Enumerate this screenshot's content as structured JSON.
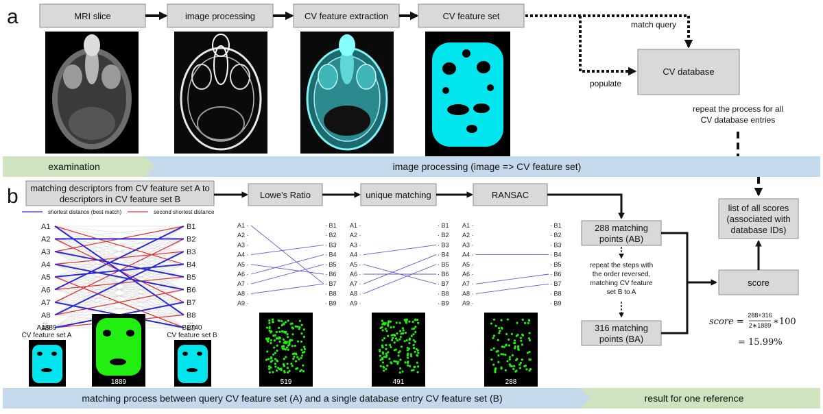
{
  "panel_a": {
    "letter": "a",
    "steps": [
      "MRI slice",
      "image processing",
      "CV feature extraction",
      "CV feature set"
    ],
    "database": "CV database",
    "match_query": "match query",
    "populate": "populate",
    "repeat_note": [
      "repeat the process for all",
      "CV database entries"
    ],
    "band_left": "examination",
    "band_right": "image processing (image => CV feature set)"
  },
  "panel_b": {
    "letter": "b",
    "matching_box": [
      "matching descriptors from CV feature set A to",
      "descriptors in CV feature set B"
    ],
    "legend_best": "shortest distance (best match)",
    "legend_second": "second shortest distance",
    "steps": [
      "Lowe's Ratio",
      "unique matching",
      "RANSAC"
    ],
    "left_labels": [
      "A1",
      "A2",
      "A3",
      "A4",
      "A5",
      "A6",
      "A7",
      "A8",
      "A9"
    ],
    "right_labels": [
      "B1",
      "B2",
      "B3",
      "B4",
      "B5",
      "B6",
      "B7",
      "B8",
      "B9"
    ],
    "ellipsis": "...",
    "set_a_id": "A1889",
    "set_a_name": "CV feature set A",
    "set_b_id": "B1740",
    "set_b_name": "CV feature set B",
    "counts": [
      "1889",
      "519",
      "491",
      "288"
    ],
    "ab_box": [
      "288 matching",
      "points (AB)"
    ],
    "reverse_note": [
      "repeat the steps with",
      "the order reversed,",
      "matching CV feature",
      "set B to A"
    ],
    "ba_box": [
      "316 matching",
      "points (BA)"
    ],
    "scores_box": [
      "list of all scores",
      "(associated with",
      "database IDs)"
    ],
    "score_box": "score",
    "formula_lhs": "score =",
    "formula_num": "288+316",
    "formula_den": "2∗1889",
    "formula_tail": "∗100",
    "formula_result": "= 15.99%",
    "band_left": "matching process between query CV feature set (A) and a single database entry CV feature set (B)",
    "band_right": "result for one reference"
  },
  "colors": {
    "box_fill": "#d9d9d9",
    "band_green": "#cfe3c0",
    "band_blue": "#c4d9ec",
    "best_match": "#2a2ad6",
    "second_match": "#e03333",
    "cyan": "#00e5ee",
    "green": "#22ee11"
  }
}
